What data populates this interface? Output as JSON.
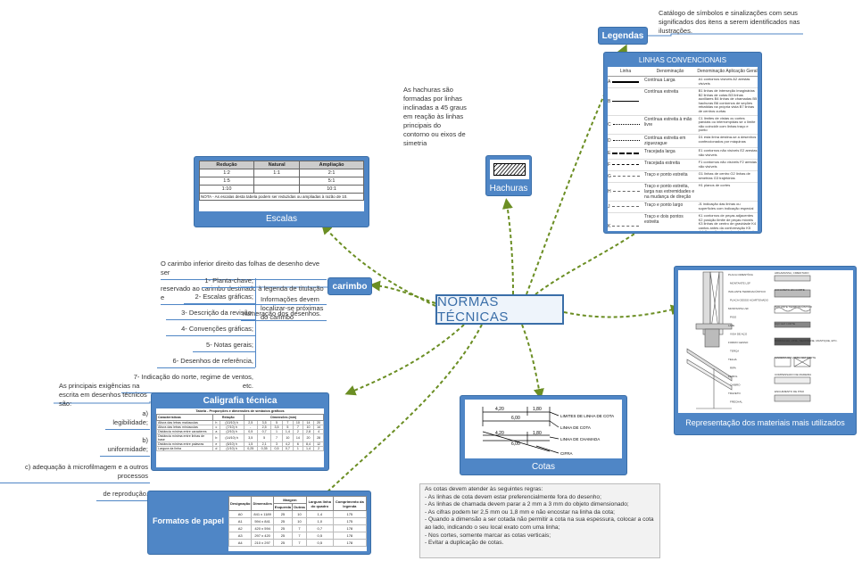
{
  "central": {
    "title": "NORMAS TÉCNICAS"
  },
  "legendas": {
    "title": "Legendas",
    "note": "Catálogo de símbolos e sinalizações com seus significados dos itens a serem identificados nas ilustrações.",
    "card_title": "LINHAS CONVENCIONAIS",
    "headers": [
      "Linha",
      "Denominação",
      "Denominação Aplicação Geral"
    ],
    "rows": [
      {
        "code": "A",
        "name": "Contínua Larga",
        "use": "A1 contornos visíveis A2 arestas visíveis"
      },
      {
        "code": "B",
        "name": "Contínua estreita",
        "use": "B1 linhas de interseção imaginárias B2 linhas de cotas B3 linhas auxiliares B4 linhas de chamadas B5 hachuras B6 contornos de seções rebatidas na própria vista B7 linhas de centros curtas"
      },
      {
        "code": "C",
        "name": "Contínua estreita à mão livre",
        "use": "C1 limites de vistas ou cortes parciais ou interrompidas se o limite não coincidir com linhas traço e ponto"
      },
      {
        "code": "D",
        "name": "Contínua estreita em ziguezague",
        "use": "D1 esta linha destina-se a desenhos confeccionados por máquinas"
      },
      {
        "code": "E",
        "name": "Tracejada larga",
        "use": "E1 contornos não visíveis E2 arestas não visíveis"
      },
      {
        "code": "F",
        "name": "Tracejada estreita",
        "use": "F1 contornos não visíveis F2 arestas não visíveis"
      },
      {
        "code": "G",
        "name": "Traço e ponto estreita",
        "use": "G1 linhas de centro G2 linhas de simetrias G3 trajetórias"
      },
      {
        "code": "H",
        "name": "Traço e ponto estreita, larga nas extremidades e na mudança de direção",
        "use": "H1 planos de cortes"
      },
      {
        "code": "J",
        "name": "Traço e ponto largo",
        "use": "J1 indicação das linhas ou superfícies com indicação especial"
      },
      {
        "code": "K",
        "name": "Traço e dois pontos estreita",
        "use": "K1 contornos de peças adjacentes K2 posição limite de peças móveis K3 linhas de centro de gravidade K4 cantos antes da conformação K5 detalhes situados antes do plano de corte"
      }
    ]
  },
  "hachuras": {
    "title": "Hachuras",
    "note": "As hachuras são formadas por linhas inclinadas a 45 graus em reação às linhas principais do contorno ou eixos de simetria"
  },
  "escalas": {
    "title": "Escalas",
    "headers": [
      "Redução",
      "Natural",
      "Ampliação"
    ],
    "rows": [
      [
        "1:2",
        "1:1",
        "2:1"
      ],
      [
        "1:5",
        "",
        "5:1"
      ],
      [
        "1:10",
        "",
        "10:1"
      ]
    ],
    "nota": "NOTA - As escalas desta tabela podem ser reduzidas ou ampliadas à razão de 10."
  },
  "carimbo": {
    "title": "carimbo",
    "intro": [
      "O carimbo inferior direito das folhas de desenho deve ser",
      "reservado ao carimbo destinado à legenda de titulação e",
      "numeração dos desenhos."
    ],
    "info": "Informações devem localizar-se próximas do carimbo",
    "items": [
      "1- Planta-chave;",
      "2- Escalas gráficas;",
      "3- Descrição da revisão;",
      "4- Convenções gráficas;",
      "5- Notas gerais;",
      "6- Desenhos de referência,",
      "7- Indicação do norte, regime de ventos, etc."
    ]
  },
  "caligrafia": {
    "title": "Caligrafia técnica",
    "intro": "As principais exigências na escrita em desenhos técnicos são:",
    "items": [
      "a) legibilidade;",
      "b) uniformidade;",
      "c) adequação à microfilmagem e a outros processos",
      "de reprodução."
    ],
    "table_title": "Tabela - Proporções e dimensões de símbolos gráficos",
    "headers": [
      "Características",
      "Relação",
      "Dimensões (mm)"
    ],
    "rows": [
      [
        "Altura das letras maiúsculas",
        "h",
        "(10/10) h",
        "2,5",
        "3,5",
        "5",
        "7",
        "10",
        "14",
        "20"
      ],
      [
        "Altura das letras minúsculas",
        "c",
        "(7/10) h",
        "-",
        "2,5",
        "3,5",
        "5",
        "7",
        "10",
        "14"
      ],
      [
        "Distância mínima entre caracteres",
        "a",
        "(2/10) h",
        "0,5",
        "0,7",
        "1",
        "1,4",
        "2",
        "2,8",
        "4"
      ],
      [
        "Distância mínima entre linhas de base",
        "b",
        "(14/10) h",
        "3,5",
        "5",
        "7",
        "10",
        "14",
        "20",
        "28"
      ],
      [
        "Distância mínima entre palavras",
        "e",
        "(6/10) h",
        "1,5",
        "2,1",
        "3",
        "4,2",
        "6",
        "8,4",
        "12"
      ],
      [
        "Largura da linha",
        "d",
        "(1/10) h",
        "0,25",
        "0,35",
        "0,5",
        "0,7",
        "1",
        "1,4",
        "2"
      ]
    ]
  },
  "formatos": {
    "title": "Formatos de papel",
    "headers": [
      "Designação",
      "Dimensões",
      "Margem",
      "Largura linha do quadro",
      "Comprimento da legenda"
    ],
    "subheaders": [
      "Esquerda",
      "Outras"
    ],
    "rows": [
      [
        "A0",
        "841 x 1189",
        "25",
        "10",
        "1,4",
        "175"
      ],
      [
        "A1",
        "594 x 841",
        "25",
        "10",
        "1,0",
        "175"
      ],
      [
        "A2",
        "420 x 594",
        "25",
        "7",
        "0,7",
        "178"
      ],
      [
        "A3",
        "297 x 420",
        "25",
        "7",
        "0,5",
        "178"
      ],
      [
        "A4",
        "210 x 297",
        "25",
        "7",
        "0,5",
        "178"
      ]
    ]
  },
  "cotas": {
    "title": "Cotas",
    "labels": [
      "LIMITES DE LINHA DE COTA",
      "LINHA DE COTA",
      "LINHA DE CHAMADA",
      "CIFRA"
    ],
    "dims": [
      "4,20",
      "1,80",
      "6,00"
    ],
    "rules": [
      "As cotas devem atender às seguintes regras:",
      "- As linhas de cota devem estar preferencialmente fora do desenho;",
      "- As linhas de chamada devem parar a 2 mm a 3 mm do objeto dimensionado;",
      "- As cifras podem ter 2,5 mm ou 1,8 mm e não encostar na linha da cota;",
      "- Quando a dimensão a ser cotada não permitir a cota na sua espessura, colocar a cota ao lado, indicando o seu local exato com uma linha;",
      "- Nos cortes, somente marcar as cotas verticais;",
      "- Evitar a duplicação de cotas."
    ]
  },
  "materiais": {
    "title": "Representação dos materiais mais utilizados",
    "labels_left": [
      "PLACA CIMENTÍCIA",
      "MONTANTE LSF",
      "ISOLANTE TERMOACÚSTICO",
      "PLACA GESSO ACARTONADO",
      "MONTANTE LSF",
      "PISO",
      "LAJE",
      "VIGA DE AÇO",
      "FORRO GESSO",
      "TERÇA",
      "TELHA",
      "RIPA",
      "PERFIL",
      "CAIBRO",
      "TRAVETO",
      "FRECHAL"
    ],
    "labels_right": [
      "ARGAMASSA, CIMENTADO",
      "CONCRETO EM CORTE",
      "ISOLANTE TERMOACÚSTICO",
      "AÇO EM CORTE",
      "BORRACHA, VINIL, NEOPRENE, MASTIQUE, ETC.",
      "MADEIRA EM VISTA / EM CORTE",
      "COMPENSADO DE MADEIRA",
      "ENCHIMENTO DE PISO"
    ]
  },
  "colors": {
    "accent": "#4f86c6",
    "connector": "#6b8e23"
  }
}
